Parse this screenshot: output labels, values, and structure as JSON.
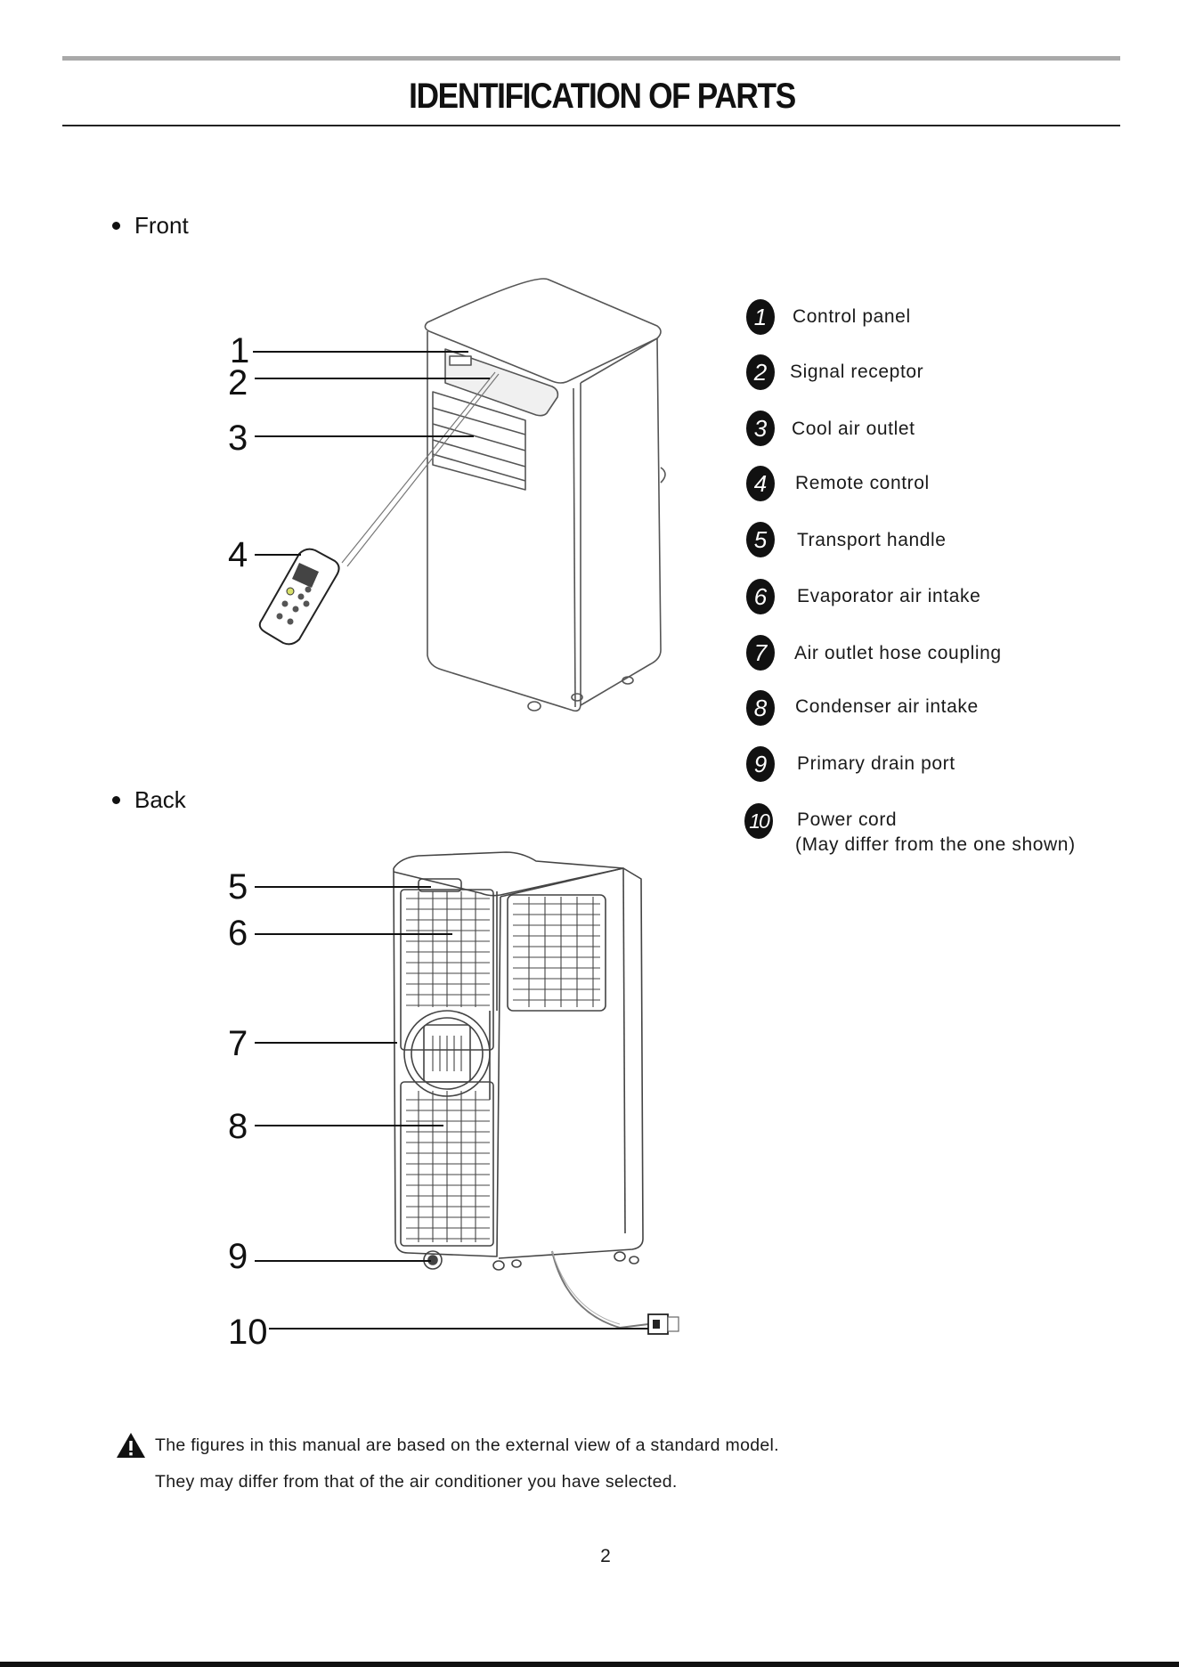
{
  "title": "IDENTIFICATION OF PARTS",
  "sections": {
    "front": "Front",
    "back": "Back"
  },
  "callouts": {
    "front": [
      "1",
      "2",
      "3",
      "4"
    ],
    "back": [
      "5",
      "6",
      "7",
      "8",
      "9",
      "10"
    ]
  },
  "parts": [
    {
      "number": "1",
      "label": "Control  panel"
    },
    {
      "number": "2",
      "label": "Signal receptor"
    },
    {
      "number": "3",
      "label": "Cool air outlet"
    },
    {
      "number": "4",
      "label": "Remote control"
    },
    {
      "number": "5",
      "label": "Transport handle"
    },
    {
      "number": "6",
      "label": "Evaporator air intake"
    },
    {
      "number": "7",
      "label": "Air outlet hose coupling"
    },
    {
      "number": "8",
      "label": "Condenser air intake"
    },
    {
      "number": "9",
      "label": "Primary drain port"
    },
    {
      "number": "10",
      "label": "Power cord",
      "note": "(May differ from the one shown)"
    }
  ],
  "notice": {
    "icon": "warning-triangle-icon",
    "line1": "The figures in this manual are based on the external view of a standard model.",
    "line2": "They may differ from that of the air conditioner you have selected."
  },
  "page_number": "2"
}
